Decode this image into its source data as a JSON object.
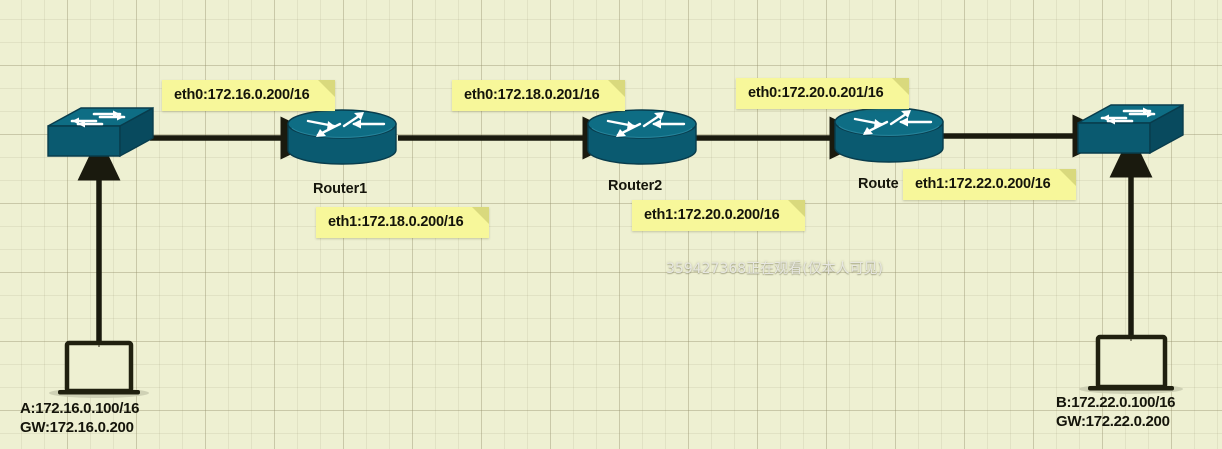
{
  "diagram": {
    "title": "Three-router serial network topology",
    "background": {
      "paper": "#eef0d2",
      "grid_line": "#96916e"
    },
    "palette": {
      "device_teal": "#0d6a80",
      "device_teal_dark": "#0a5366",
      "note_yellow": "#f7f79a",
      "note_fold": "#d9d97d",
      "arrow": "#1a1a0e",
      "text": "#15150b"
    }
  },
  "watermark": {
    "text": "359427368正在观看(仅本人可见)"
  },
  "devices": [
    {
      "id": "switch1",
      "type": "switch",
      "label": ""
    },
    {
      "id": "router1",
      "type": "router",
      "label": "Router1"
    },
    {
      "id": "router2",
      "type": "router",
      "label": "Router2"
    },
    {
      "id": "router3",
      "type": "router",
      "label": "Route"
    },
    {
      "id": "switch2",
      "type": "switch",
      "label": ""
    }
  ],
  "hosts": [
    {
      "id": "hostA",
      "type": "laptop",
      "line1": "A:172.16.0.100/16",
      "line2": "GW:172.16.0.200"
    },
    {
      "id": "hostB",
      "type": "laptop",
      "line1": "B:172.22.0.100/16",
      "line2": "GW:172.22.0.200"
    }
  ],
  "notes": [
    {
      "id": "note-r1-eth0",
      "text": "eth0:172.16.0.200/16"
    },
    {
      "id": "note-r1-eth1",
      "text": "eth1:172.18.0.200/16"
    },
    {
      "id": "note-r2-eth0",
      "text": "eth0:172.18.0.201/16"
    },
    {
      "id": "note-r2-eth1",
      "text": "eth1:172.20.0.200/16"
    },
    {
      "id": "note-r3-eth0",
      "text": "eth0:172.20.0.201/16"
    },
    {
      "id": "note-r3-eth1",
      "text": "eth1:172.22.0.200/16"
    }
  ],
  "links": [
    {
      "id": "link-hostA-switch1",
      "from": "hostA",
      "to": "switch1",
      "direction": "up"
    },
    {
      "id": "link-switch1-router1",
      "from": "switch1",
      "to": "router1",
      "direction": "right"
    },
    {
      "id": "link-router1-router2",
      "from": "router1",
      "to": "router2",
      "direction": "right"
    },
    {
      "id": "link-router2-router3",
      "from": "router2",
      "to": "router3",
      "direction": "right"
    },
    {
      "id": "link-router3-switch2",
      "from": "router3",
      "to": "switch2",
      "direction": "right"
    },
    {
      "id": "link-hostB-switch2",
      "from": "hostB",
      "to": "switch2",
      "direction": "up"
    }
  ]
}
